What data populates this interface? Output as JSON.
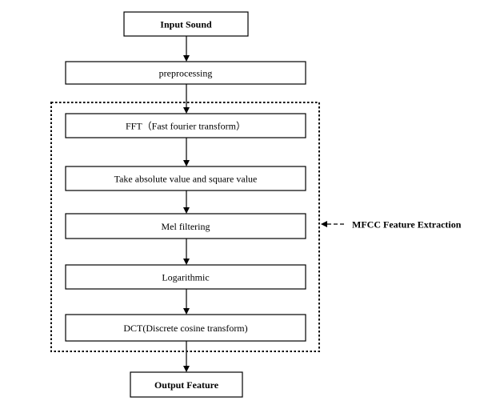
{
  "nodes": {
    "input_sound": "Input Sound",
    "preprocessing": "preprocessing",
    "fft": "FFT（Fast fourier transform）",
    "abs_square": "Take absolute value and square value",
    "mel_filtering": "Mel filtering",
    "logarithmic": "Logarithmic",
    "dct": "DCT(Discrete cosine transform)",
    "output_feature": "Output Feature"
  },
  "group": {
    "label": "MFCC Feature Extraction"
  }
}
